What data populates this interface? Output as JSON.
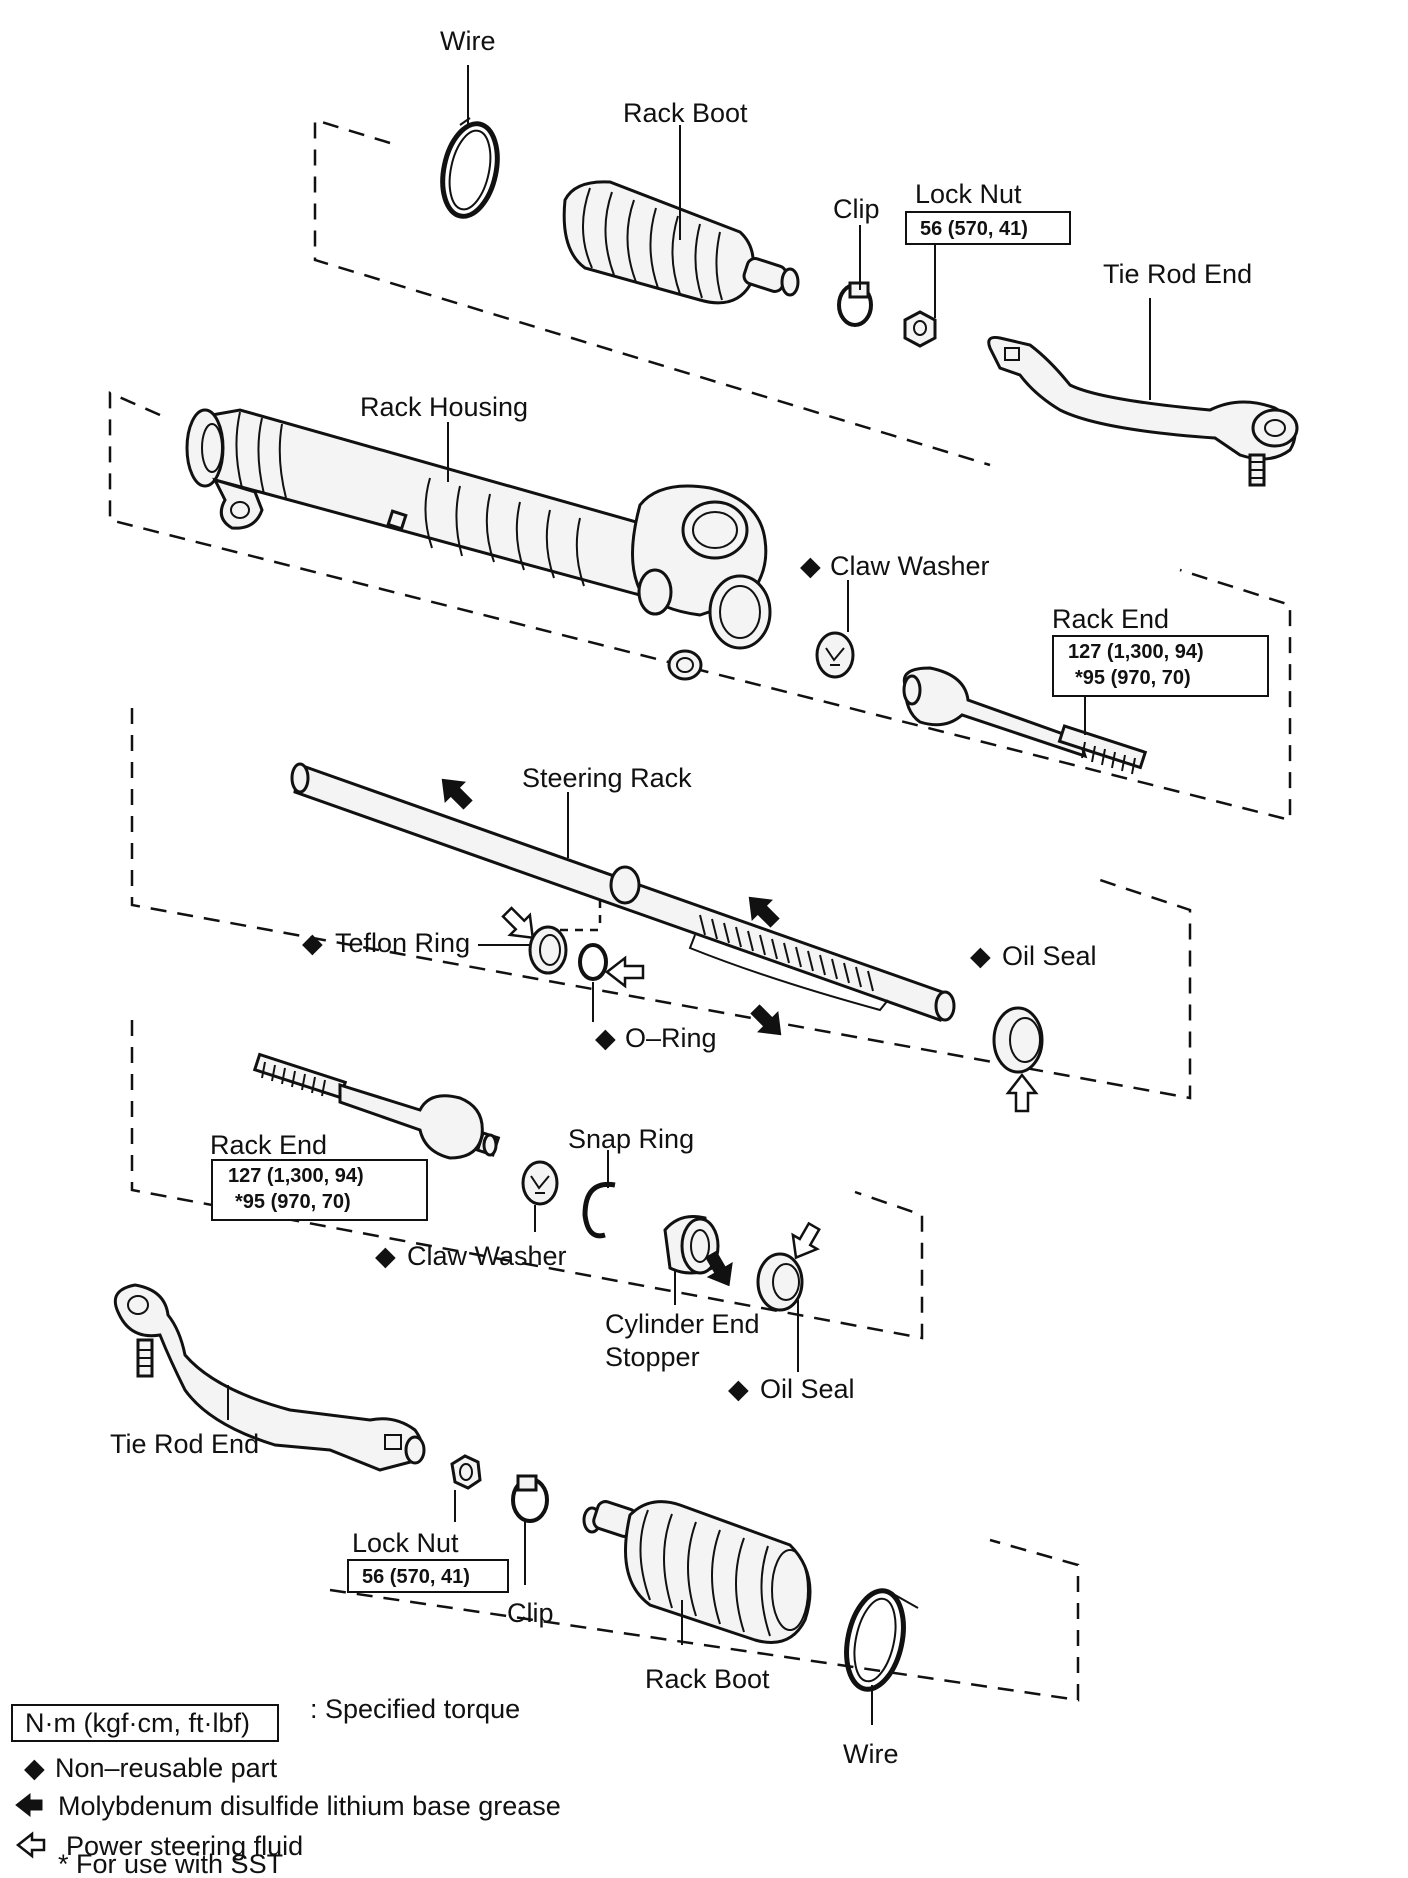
{
  "labels": {
    "wire_top": "Wire",
    "rack_boot_top": "Rack Boot",
    "clip_top": "Clip",
    "lock_nut_top": "Lock Nut",
    "lock_nut_top_torque": "56 (570, 41)",
    "tie_rod_end_top": "Tie Rod End",
    "rack_housing": "Rack Housing",
    "claw_washer_top": "Claw Washer",
    "rack_end_top": "Rack End",
    "rack_end_top_torque_1": "127 (1,300, 94)",
    "rack_end_top_torque_2": "*95 (970, 70)",
    "steering_rack": "Steering Rack",
    "teflon_ring": "Teflon Ring",
    "o_ring": "O–Ring",
    "oil_seal_right": "Oil Seal",
    "rack_end_bottom": "Rack End",
    "rack_end_bottom_torque_1": "127 (1,300, 94)",
    "rack_end_bottom_torque_2": "*95 (970, 70)",
    "snap_ring": "Snap Ring",
    "claw_washer_bottom": "Claw Washer",
    "cylinder_end_stopper_1": "Cylinder End",
    "cylinder_end_stopper_2": "Stopper",
    "oil_seal_bottom": "Oil Seal",
    "tie_rod_end_bottom": "Tie Rod End",
    "lock_nut_bottom": "Lock Nut",
    "lock_nut_bottom_torque": "56 (570, 41)",
    "clip_bottom": "Clip",
    "rack_boot_bottom": "Rack Boot",
    "wire_bottom": "Wire"
  },
  "legend": {
    "torque_unit": "N·m (kgf·cm, ft·lbf)",
    "torque_desc": ": Specified torque",
    "non_reusable": "Non–reusable part",
    "grease": "Molybdenum disulfide lithium base grease",
    "fluid": "Power steering fluid",
    "sst": "* For use with SST"
  }
}
